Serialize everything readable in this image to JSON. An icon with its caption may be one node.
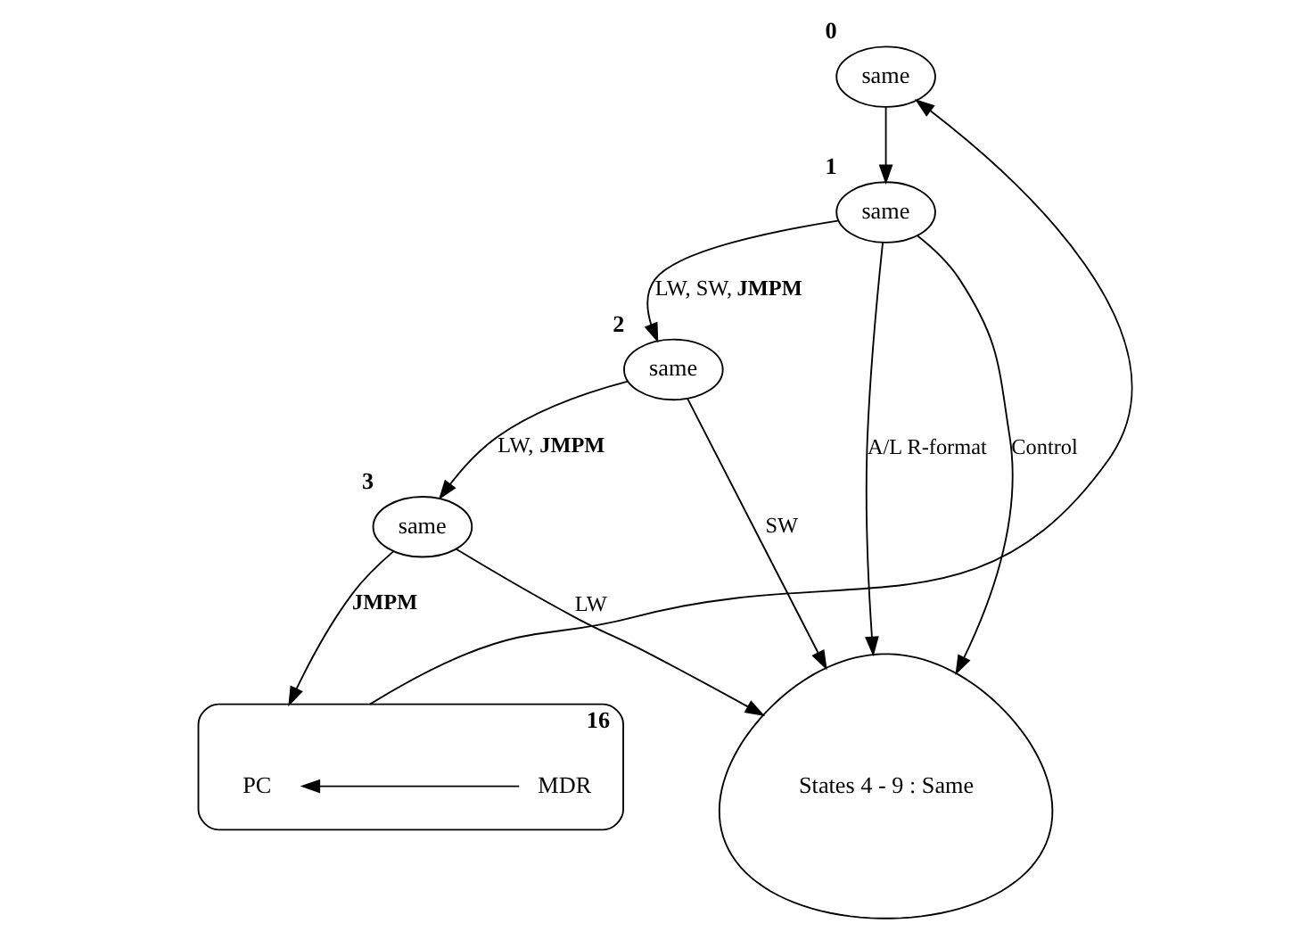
{
  "diagram": {
    "nodes": [
      {
        "text": [
          "same"
        ],
        "beside": [
          "0"
        ]
      },
      {
        "text": [
          "same"
        ],
        "beside": [
          "1"
        ]
      },
      {
        "text": [
          "same"
        ],
        "beside": [
          "2"
        ]
      },
      {
        "text": [
          "same"
        ],
        "beside": [
          "3"
        ]
      },
      {
        "text": [
          "States 4 - 9 : Same"
        ]
      },
      {
        "text": [],
        "shape": "box",
        "beside": [
          "16"
        ]
      },
      {
        "text": [
          "PC"
        ],
        "in": 5
      },
      {
        "text": [
          "MDR"
        ],
        "in": 5
      }
    ],
    "edges": [
      {
        "from": 0,
        "to": 1,
        "arrow": "to"
      },
      {
        "from": 1,
        "to": 2,
        "arrow": "to",
        "label": "LW, SW, **JMPM**"
      },
      {
        "from": 1,
        "to": 4,
        "arrow": "to",
        "label": "A/L R-format"
      },
      {
        "from": 1,
        "to": 4,
        "arrow": "to",
        "label": "Control"
      },
      {
        "from": 2,
        "to": 4,
        "arrow": "to",
        "label": "SW"
      },
      {
        "from": 2,
        "to": 3,
        "arrow": "to",
        "label": "LW, **JMPM**"
      },
      {
        "from": 3,
        "to": 4,
        "arrow": "to",
        "label": "LW"
      },
      {
        "from": 3,
        "to": 5,
        "arrow": "to",
        "label": "**JMPM**"
      },
      {
        "from": 5,
        "to": 0,
        "arrow": "to"
      },
      {
        "from": 7,
        "to": 6,
        "arrow": "to"
      }
    ]
  }
}
